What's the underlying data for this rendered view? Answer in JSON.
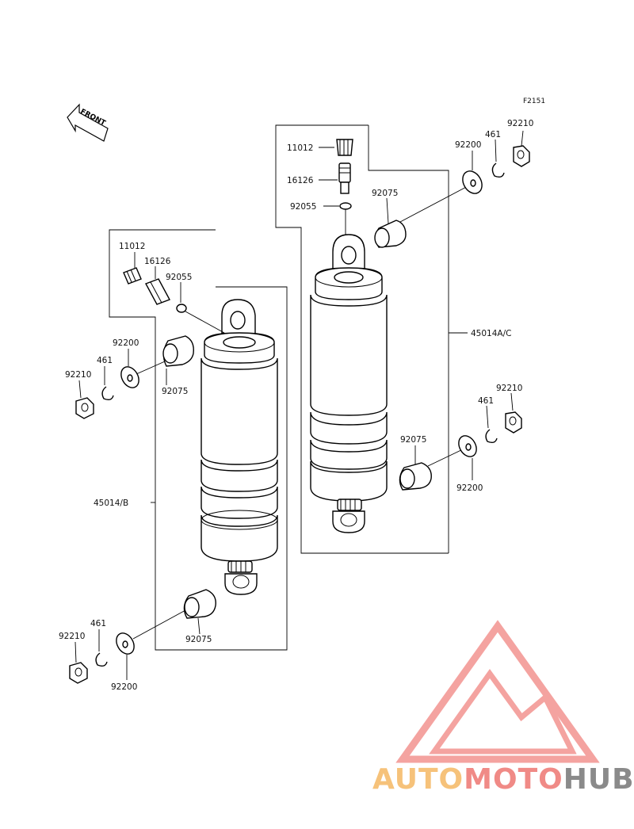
{
  "figure_code": "F2151",
  "front_marker": "FRONT",
  "labels": {
    "right_cap": "11012",
    "right_valve": "16126",
    "right_oring": "92055",
    "right_top_collar": "92075",
    "right_top_washer": "92200",
    "right_top_circlip": "461",
    "right_top_nut": "92210",
    "right_assembly": "45014A/C",
    "right_bot_nut": "92210",
    "right_bot_circlip": "461",
    "right_bot_collar": "92075",
    "right_bot_washer": "92200",
    "left_cap": "11012",
    "left_valve": "16126",
    "left_oring": "92055",
    "left_top_washer": "92200",
    "left_top_collar": "92075",
    "left_top_circlip": "461",
    "left_top_nut": "92210",
    "left_assembly": "45014/B",
    "left_bot_circlip": "461",
    "left_bot_nut": "92210",
    "left_bot_collar": "92075",
    "left_bot_washer": "92200"
  },
  "watermark": {
    "part1": "AUTO",
    "part2": "MOTO",
    "part3": "HUB",
    "colors": {
      "orange": "#f6c27a",
      "red": "#f08a86",
      "gray": "#8a8a8a"
    }
  }
}
